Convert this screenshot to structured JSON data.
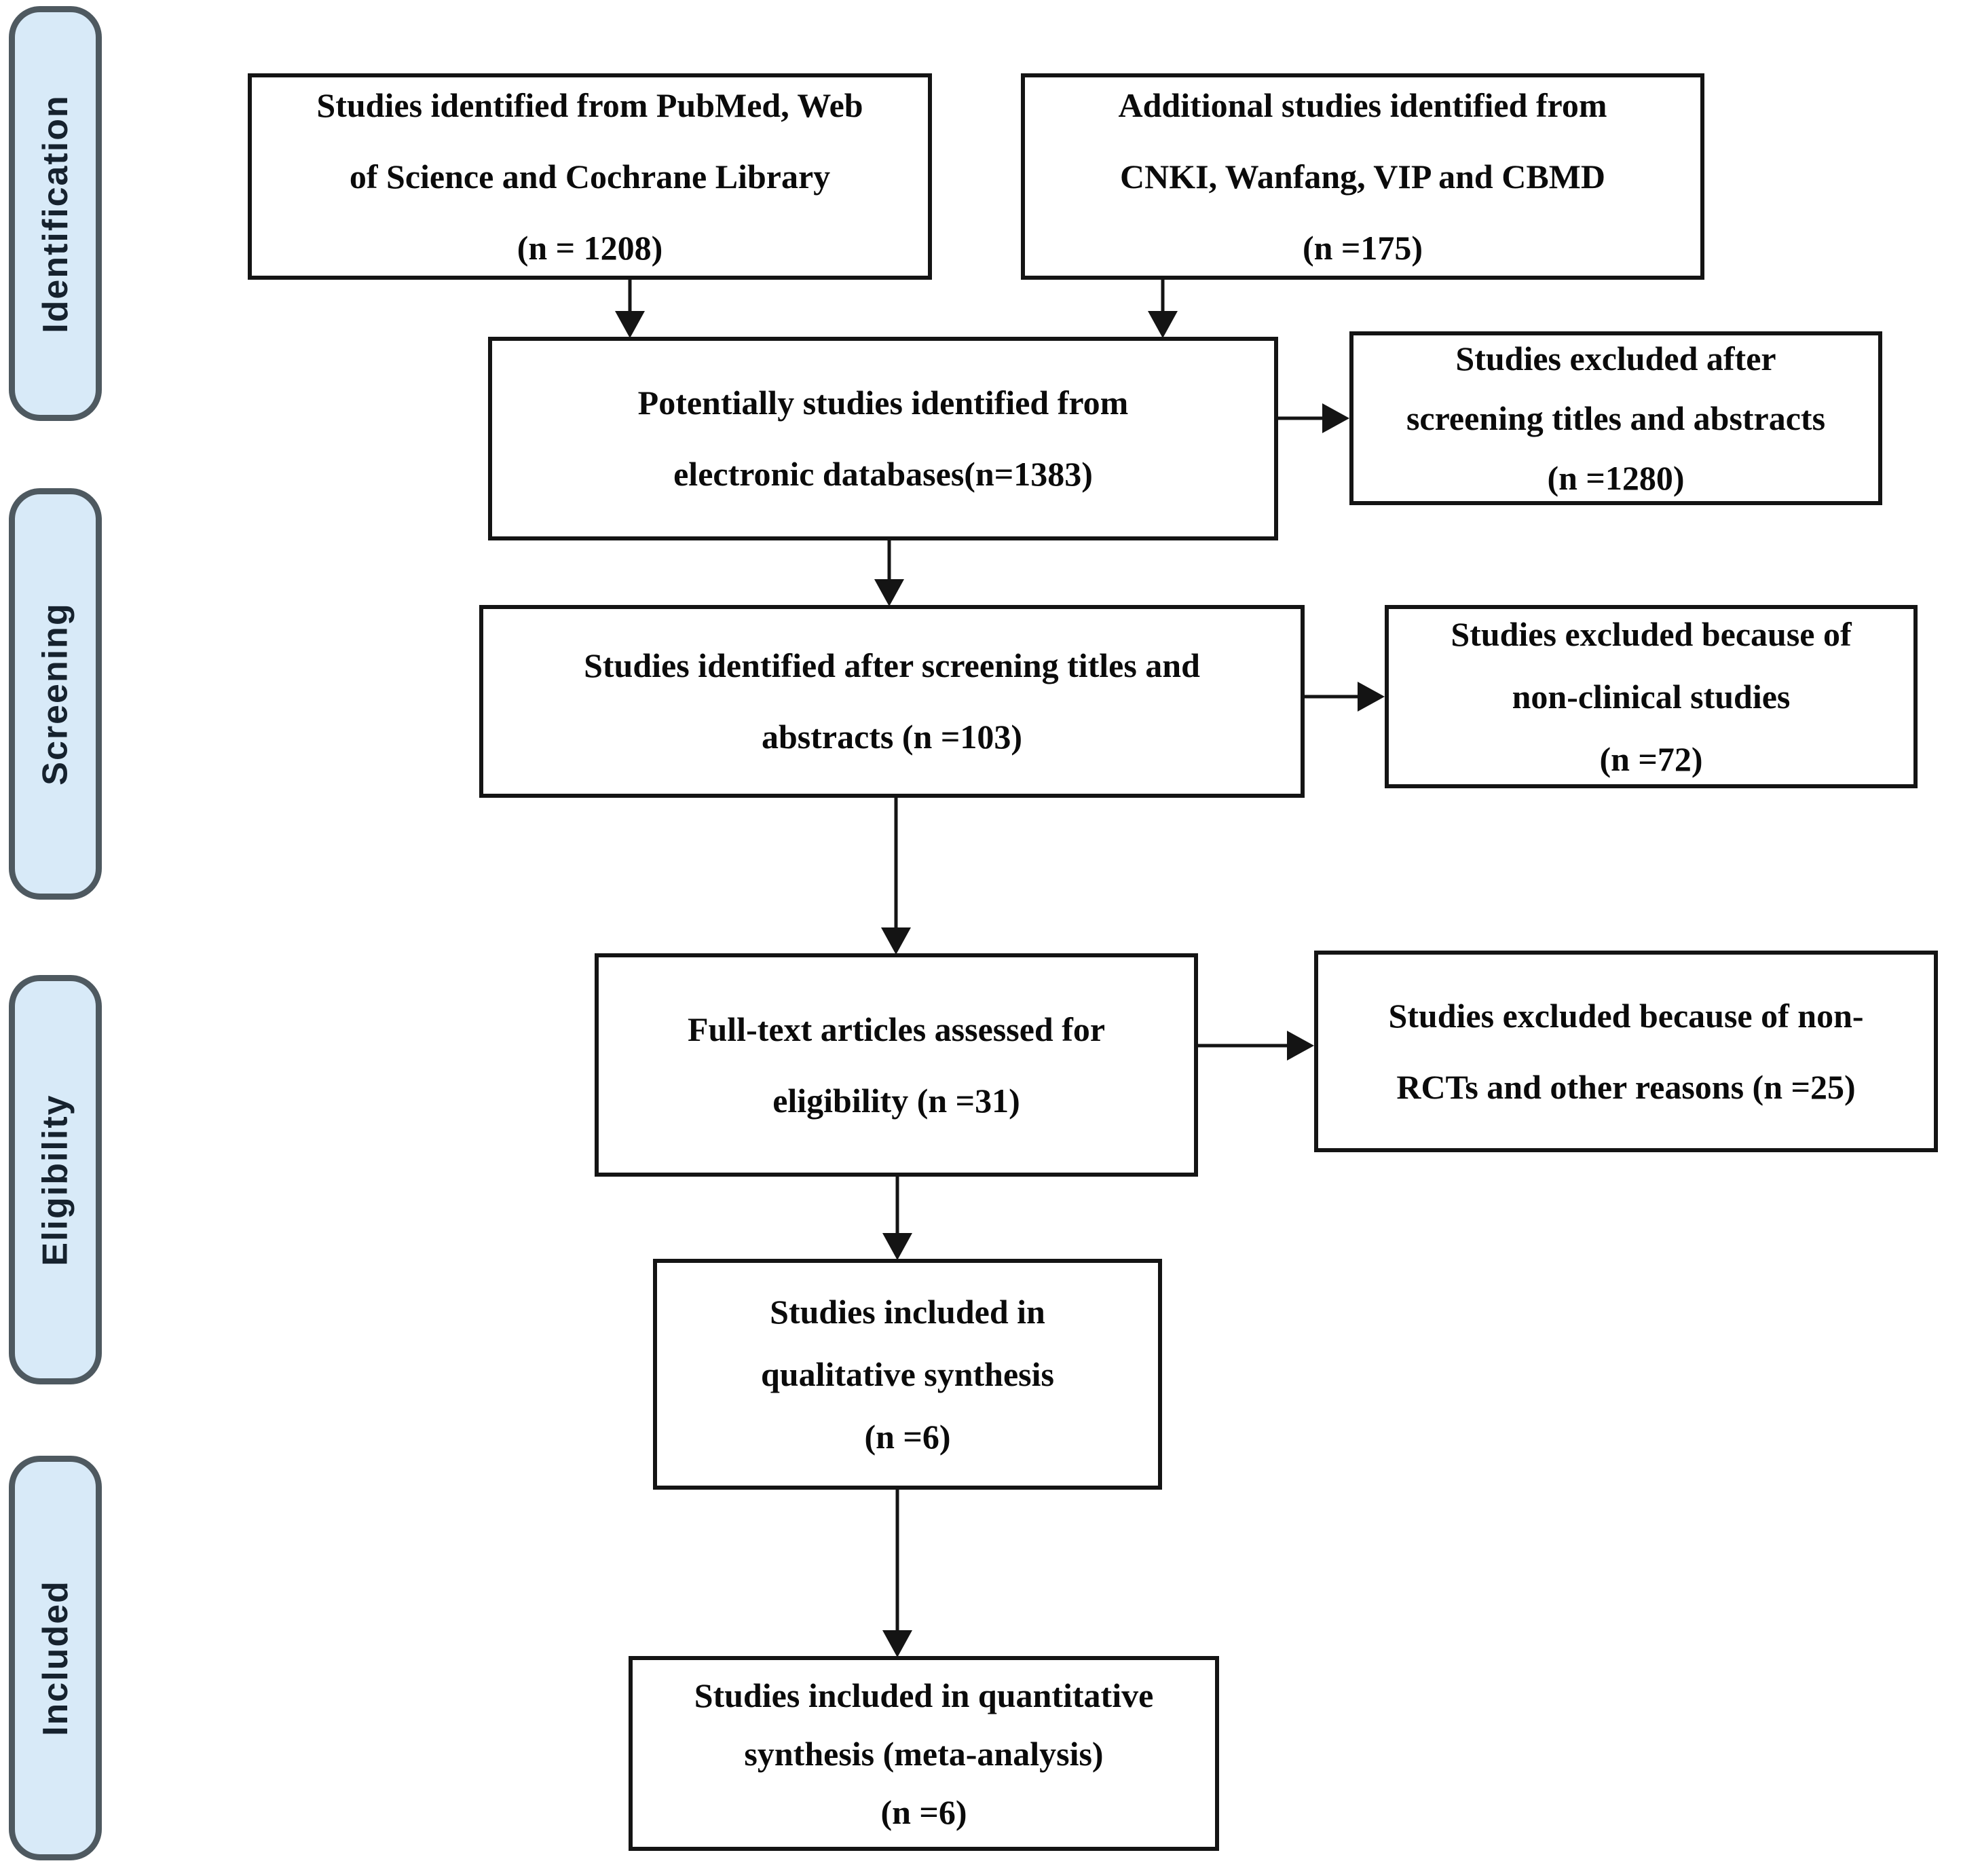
{
  "diagram_type": "prisma-flow-diagram",
  "stages": [
    {
      "label": "Identification"
    },
    {
      "label": "Screening"
    },
    {
      "label": "Eligibility"
    },
    {
      "label": "Included"
    }
  ],
  "boxes": {
    "pubmed": {
      "lines": [
        "Studies identified from PubMed, Web",
        "of Science and Cochrane Library",
        "(n = 1208)"
      ]
    },
    "cnki": {
      "lines": [
        "Additional studies identified from",
        "CNKI, Wanfang, VIP and CBMD",
        "(n =175)"
      ]
    },
    "potential": {
      "lines": [
        "Potentially studies identified from",
        "electronic databases(n=1383)"
      ]
    },
    "excluded_titles": {
      "lines": [
        "Studies excluded after",
        "screening titles and abstracts",
        "(n =1280)"
      ]
    },
    "screened": {
      "lines": [
        "Studies identified after screening titles and",
        "abstracts (n =103)"
      ]
    },
    "excluded_nonclinical": {
      "lines": [
        "Studies excluded because of",
        "non-clinical studies",
        "(n =72)"
      ]
    },
    "fulltext": {
      "lines": [
        "Full-text articles assessed for",
        "eligibility (n =31)"
      ]
    },
    "excluded_nonrct": {
      "lines": [
        "Studies excluded because of non-",
        "RCTs and other reasons (n =25)"
      ]
    },
    "qualitative": {
      "lines": [
        "Studies included in",
        "qualitative synthesis",
        "(n =6)"
      ]
    },
    "quantitative": {
      "lines": [
        "Studies included in quantitative",
        "synthesis (meta-analysis)",
        "(n =6)"
      ]
    }
  },
  "counts": {
    "pubmed_web_cochrane": 1208,
    "cnki_wanfang_vip_cbmd": 175,
    "electronic_databases_total": 1383,
    "excluded_titles_abstracts": 1280,
    "after_screening": 103,
    "excluded_nonclinical": 72,
    "fulltext_assessed": 31,
    "excluded_nonrct_other": 25,
    "qualitative_synthesis": 6,
    "quantitative_synthesis": 6
  },
  "colors": {
    "stage_fill": "#d8eaf8",
    "stage_border": "#4e5960",
    "stage_text": "#16222e",
    "box_fill": "#ffffff",
    "box_border": "#141414",
    "box_text": "#0b0b0b",
    "arrow": "#141414",
    "background": "#ffffff"
  }
}
